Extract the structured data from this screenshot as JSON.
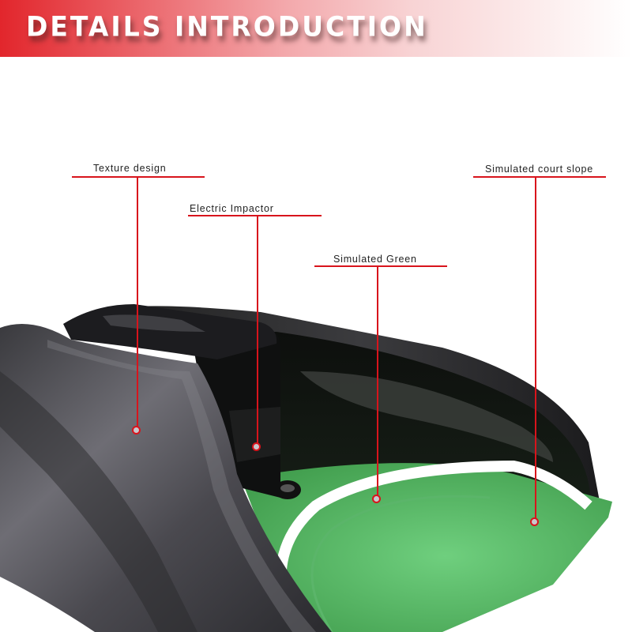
{
  "header": {
    "title": "DETAILS INTRODUCTION",
    "gradient_start": "#e2262c",
    "gradient_end": "#ffffff"
  },
  "product": {
    "description": "Golf putting practice cup / automatic ball return machine with green mat"
  },
  "callouts": [
    {
      "label": "Texture design",
      "accent": "#d8141c"
    },
    {
      "label": "Electric Impactor",
      "accent": "#d8141c"
    },
    {
      "label": "Simulated Green",
      "accent": "#d8141c"
    },
    {
      "label": "Simulated court slope",
      "accent": "#d8141c"
    }
  ]
}
